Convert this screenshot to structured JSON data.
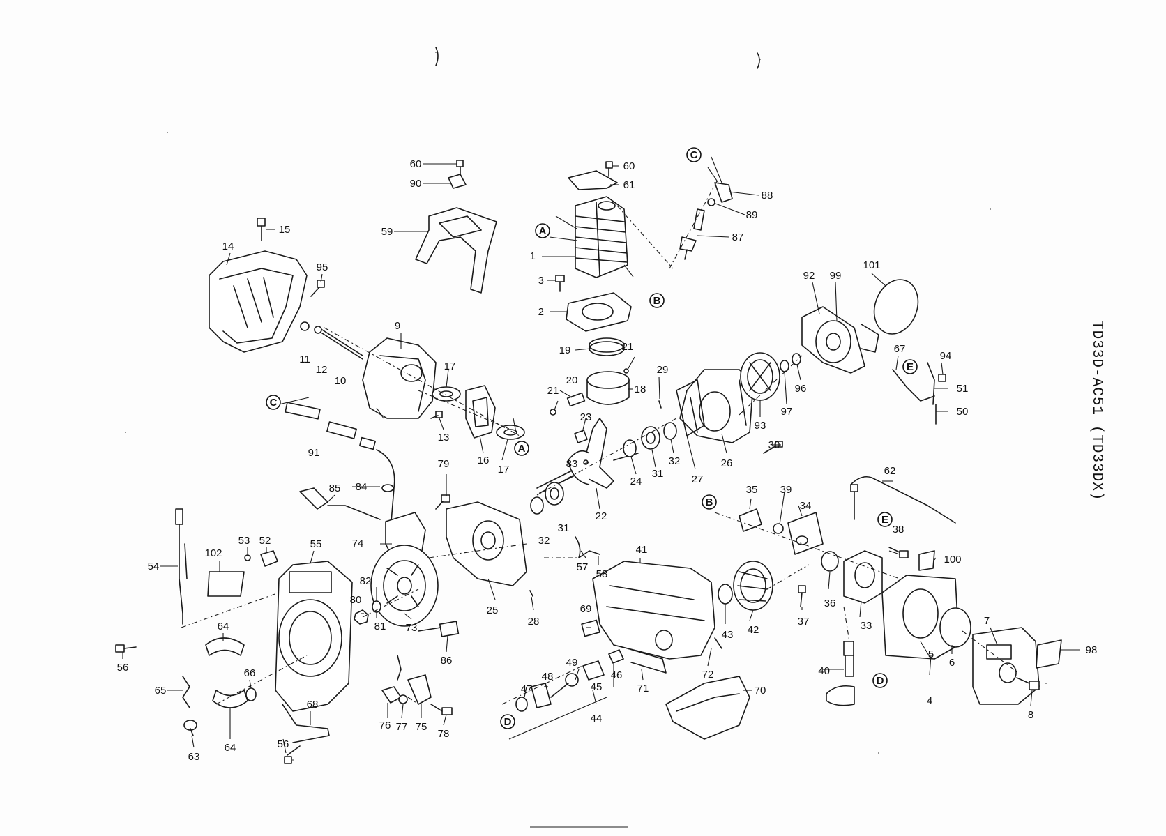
{
  "title": "TD33D-AC51  (TD33DX)",
  "colors": {
    "ink": "#1a1a1a",
    "paper": "#fdfdfd"
  },
  "reference_letters": [
    "A",
    "B",
    "C",
    "D",
    "E"
  ],
  "part_numbers": [
    "1",
    "2",
    "3",
    "4",
    "5",
    "6",
    "7",
    "8",
    "9",
    "10",
    "11",
    "12",
    "13",
    "14",
    "15",
    "16",
    "17",
    "18",
    "19",
    "20",
    "21",
    "22",
    "23",
    "24",
    "25",
    "26",
    "27",
    "28",
    "29",
    "30",
    "31",
    "32",
    "33",
    "34",
    "35",
    "36",
    "37",
    "38",
    "39",
    "40",
    "41",
    "42",
    "43",
    "44",
    "45",
    "46",
    "47",
    "48",
    "49",
    "50",
    "51",
    "52",
    "53",
    "54",
    "55",
    "56",
    "57",
    "58",
    "59",
    "60",
    "61",
    "62",
    "63",
    "64",
    "65",
    "66",
    "67",
    "68",
    "69",
    "70",
    "71",
    "72",
    "73",
    "74",
    "75",
    "76",
    "77",
    "78",
    "79",
    "80",
    "81",
    "82",
    "83",
    "84",
    "85",
    "86",
    "87",
    "88",
    "89",
    "90",
    "91",
    "92",
    "93",
    "94",
    "95",
    "96",
    "97",
    "98",
    "99",
    "100",
    "101",
    "102"
  ]
}
